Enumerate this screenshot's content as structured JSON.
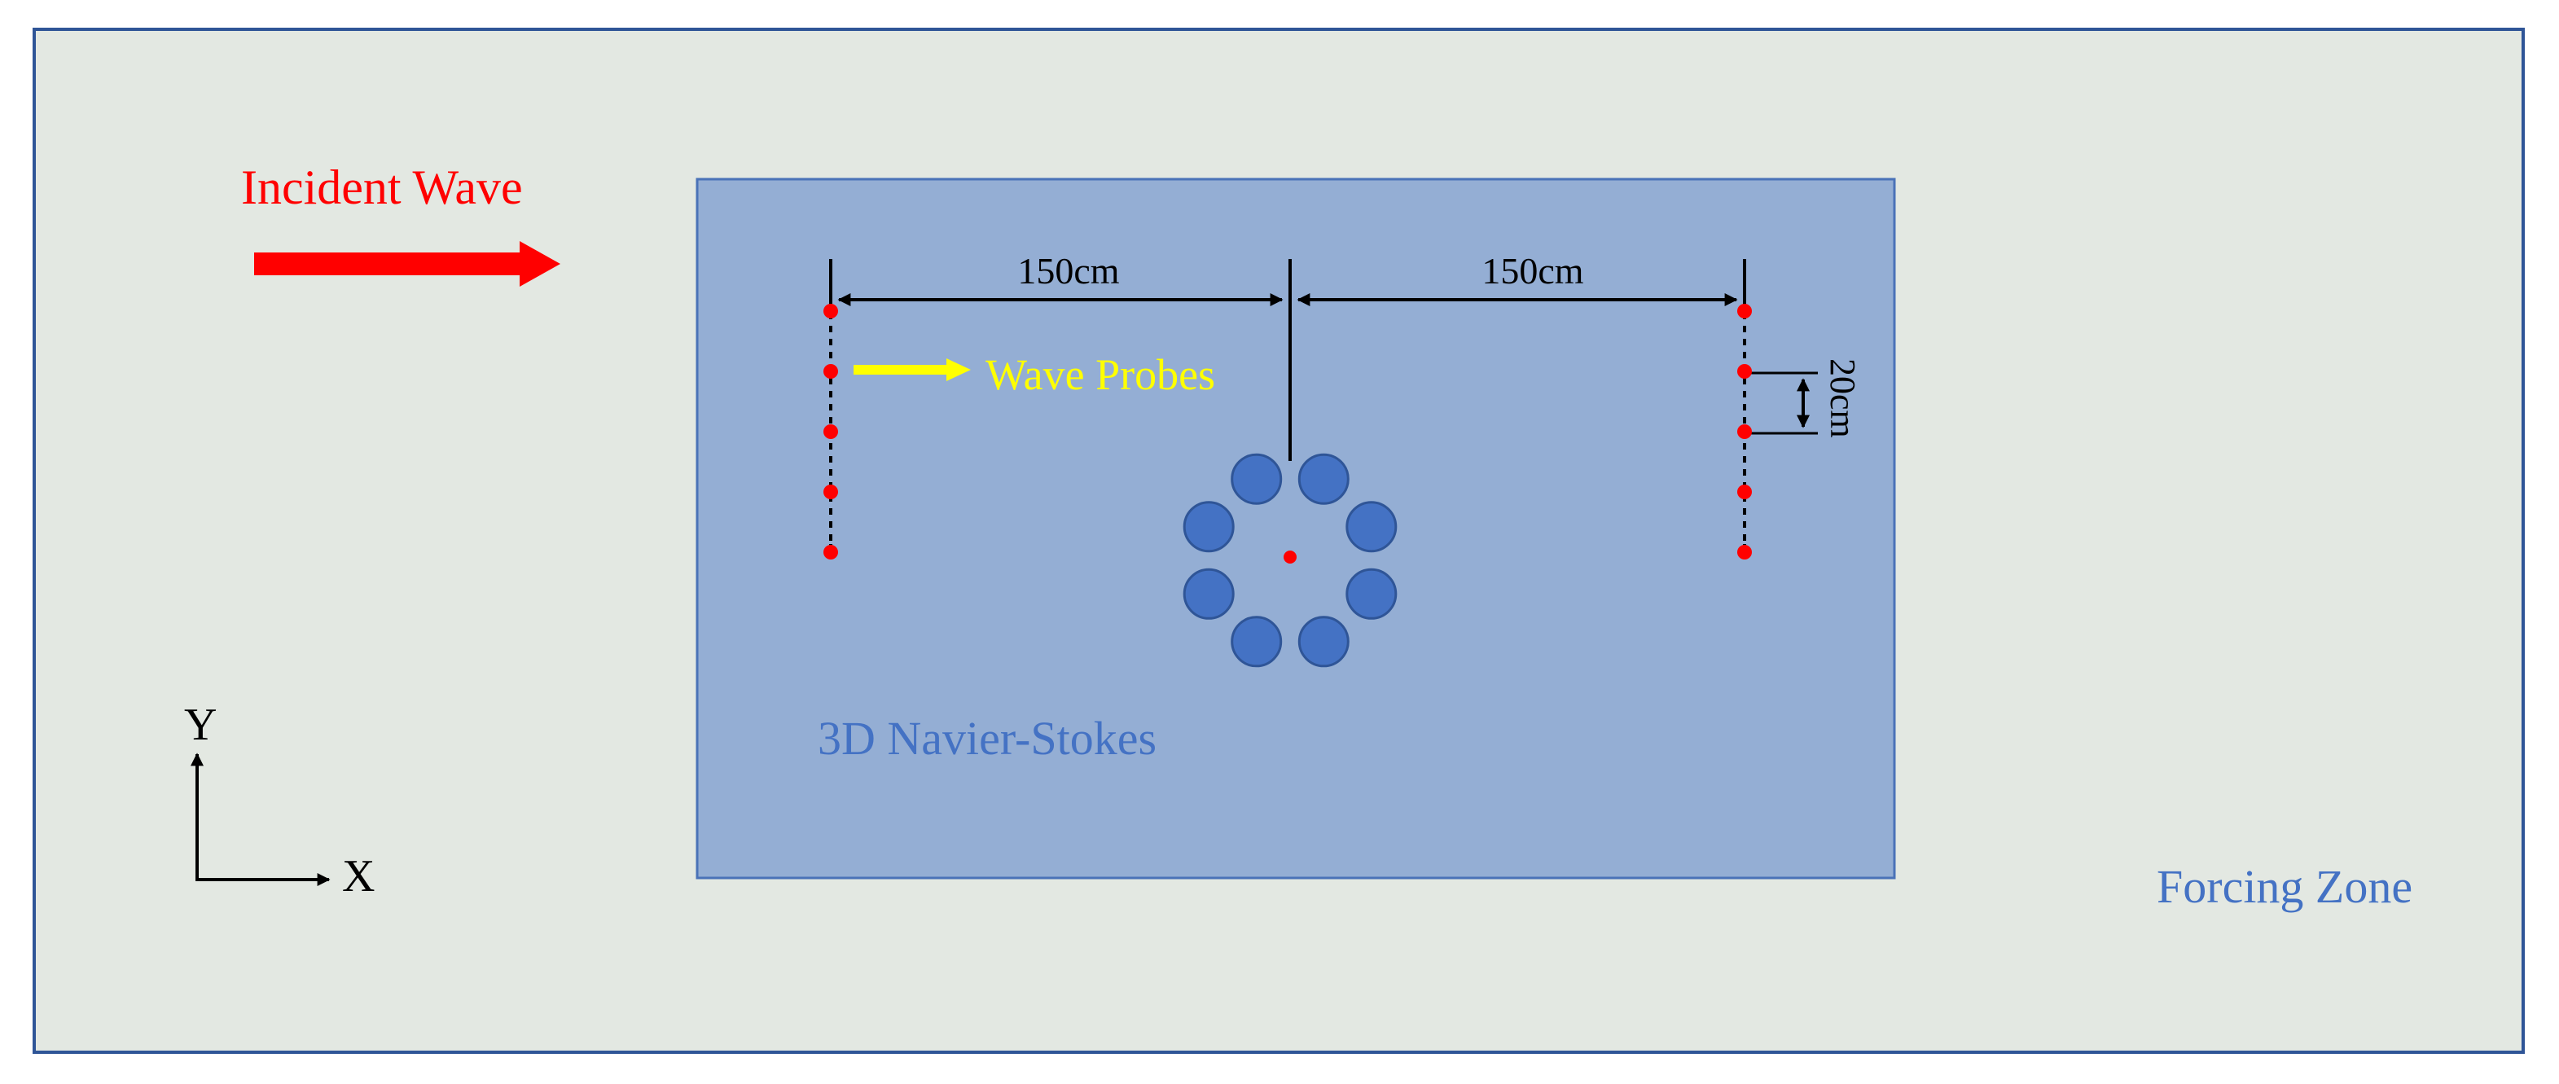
{
  "labels": {
    "incident_wave": "Incident Wave",
    "wave_probes": "Wave Probes",
    "domain": "3D Navier-Stokes",
    "forcing_zone": "Forcing Zone",
    "axis_x": "X",
    "axis_y": "Y"
  },
  "dimensions": {
    "left_spacing": "150cm",
    "right_spacing": "150cm",
    "probe_spacing": "20cm"
  },
  "probe_arrays": {
    "probes_per_array": 5,
    "array_count": 2
  },
  "cylinders": {
    "count": 8
  },
  "colors": {
    "forcing_zone_fill": "#e3e8e2",
    "outer_border": "#2f5597",
    "domain_fill": "#94aed4",
    "domain_border": "#4a72b8",
    "cylinder_fill": "#4472c4",
    "cylinder_stroke": "#2f5597",
    "probe_dot": "#ff0000",
    "incident_wave": "#ff0000",
    "wave_probes_label": "#ffff00",
    "domain_label": "#4472c4",
    "forcing_zone_label": "#4472c4",
    "dimension_lines": "#000000"
  }
}
